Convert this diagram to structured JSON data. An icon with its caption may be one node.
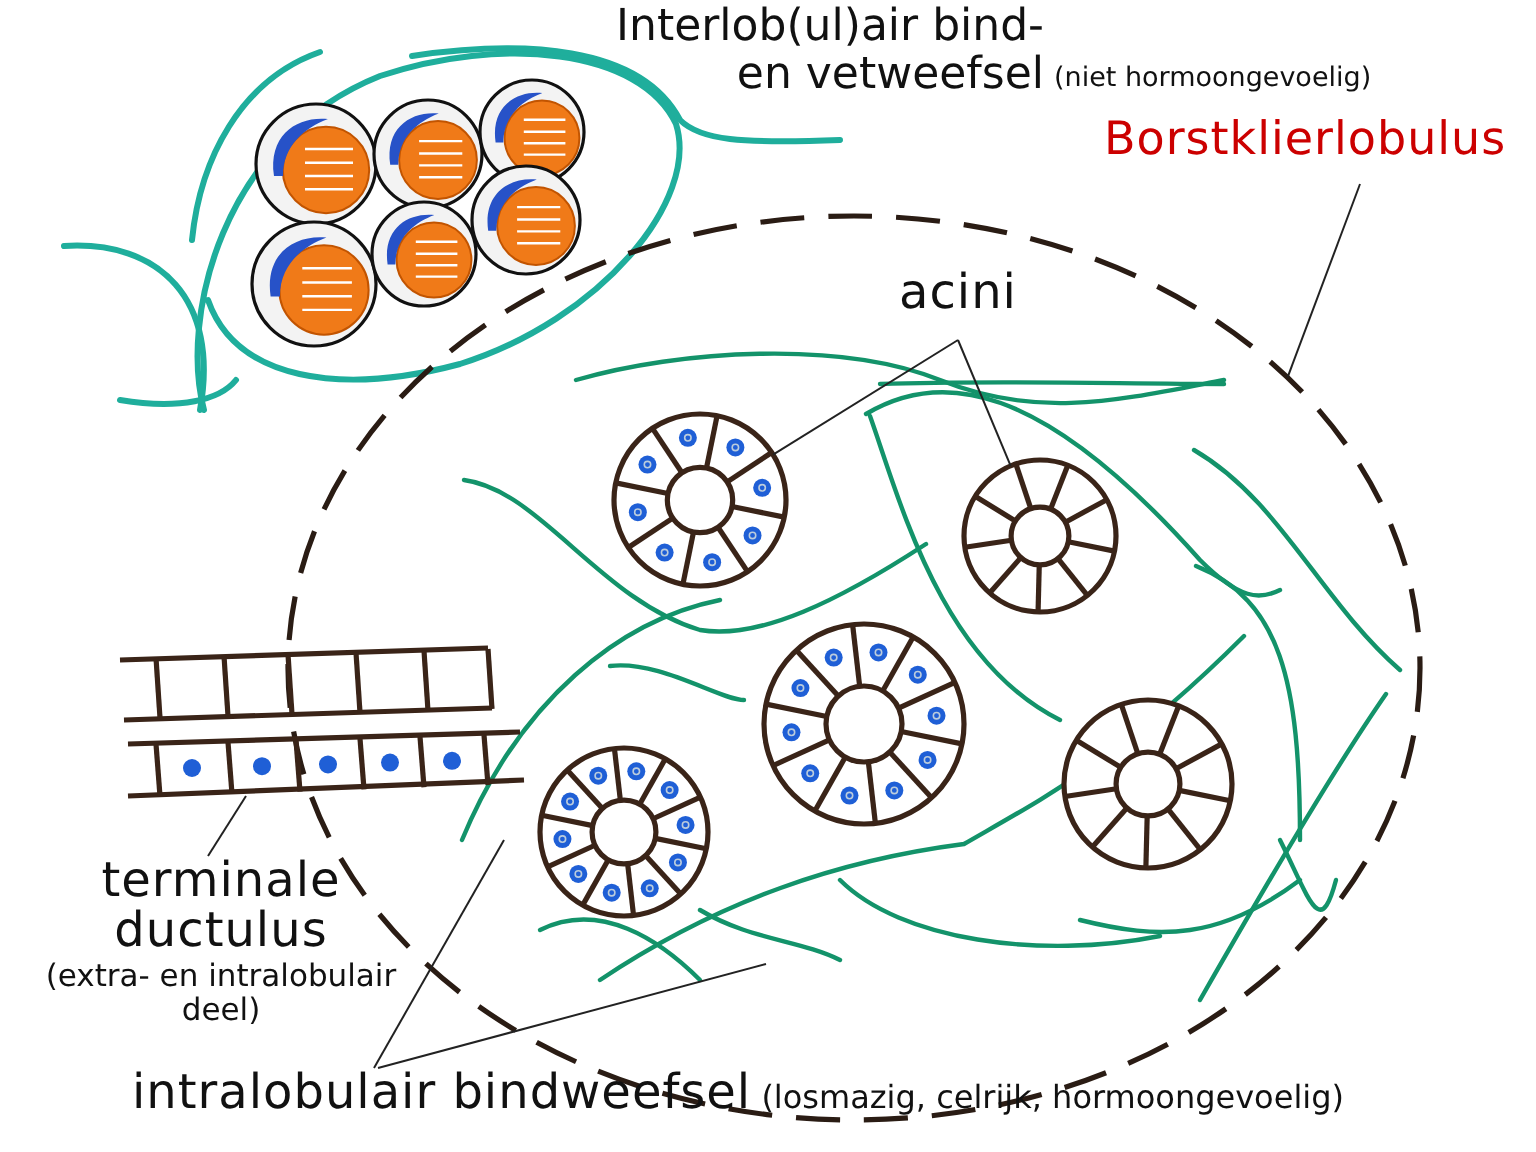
{
  "diagram": {
    "nodes": [
      {
        "text": [
          "Borstklierlobulus"
        ]
      },
      {
        "text": [],
        "shape": "circle"
      },
      {
        "text": [
          "acini"
        ],
        "in": 1
      },
      {
        "text": [],
        "shape": "circle",
        "in": 1
      },
      {
        "text": [],
        "shape": "circle",
        "in": 1
      },
      {
        "text": [],
        "shape": "circle",
        "in": 1
      },
      {
        "text": [],
        "shape": "circle",
        "in": 1
      },
      {
        "text": [],
        "shape": "circle",
        "in": 1
      },
      {
        "text": [],
        "shape": "picture"
      },
      {
        "text": [
          "terminale ductulus",
          "(extra- en intralobulair deel)"
        ]
      },
      {
        "text": [
          "intralobulair bindweefsel",
          "(losmazig, celrijk, hormoongevoelig)"
        ]
      }
    ],
    "edges": [
      {
        "from": 0,
        "to": 1,
        "arrow": "none"
      },
      {
        "from": 2,
        "to": 3,
        "arrow": "none"
      },
      {
        "from": 2,
        "to": 4,
        "arrow": "none"
      },
      {
        "from": 9,
        "to": 8,
        "arrow": "none"
      },
      {
        "from": 10,
        "to": null,
        "arrow": "none"
      },
      {
        "from": 10,
        "to": null,
        "arrow": "none"
      }
    ],
    "labels": [
      "Interlob(ul)air bind- en vetweefsel",
      "(niet hormoongevoelig)"
    ]
  }
}
